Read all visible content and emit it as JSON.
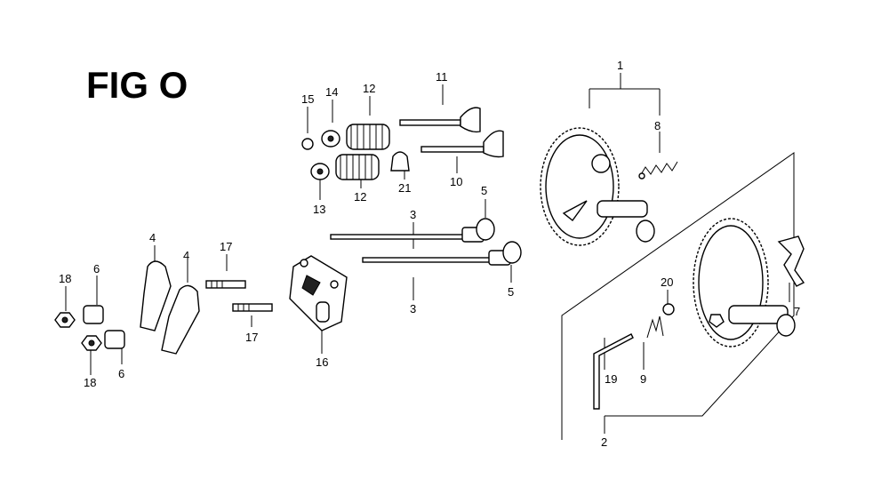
{
  "figure": {
    "title": "FIG O",
    "callouts": {
      "c1": "1",
      "c2": "2",
      "c3a": "3",
      "c3b": "3",
      "c4a": "4",
      "c4b": "4",
      "c5a": "5",
      "c5b": "5",
      "c6a": "6",
      "c6b": "6",
      "c7": "7",
      "c8": "8",
      "c9": "9",
      "c10": "10",
      "c11": "11",
      "c12a": "12",
      "c12b": "12",
      "c13": "13",
      "c14": "14",
      "c15": "15",
      "c16": "16",
      "c17a": "17",
      "c17b": "17",
      "c18a": "18",
      "c18b": "18",
      "c19": "19",
      "c20": "20",
      "c21": "21"
    }
  }
}
